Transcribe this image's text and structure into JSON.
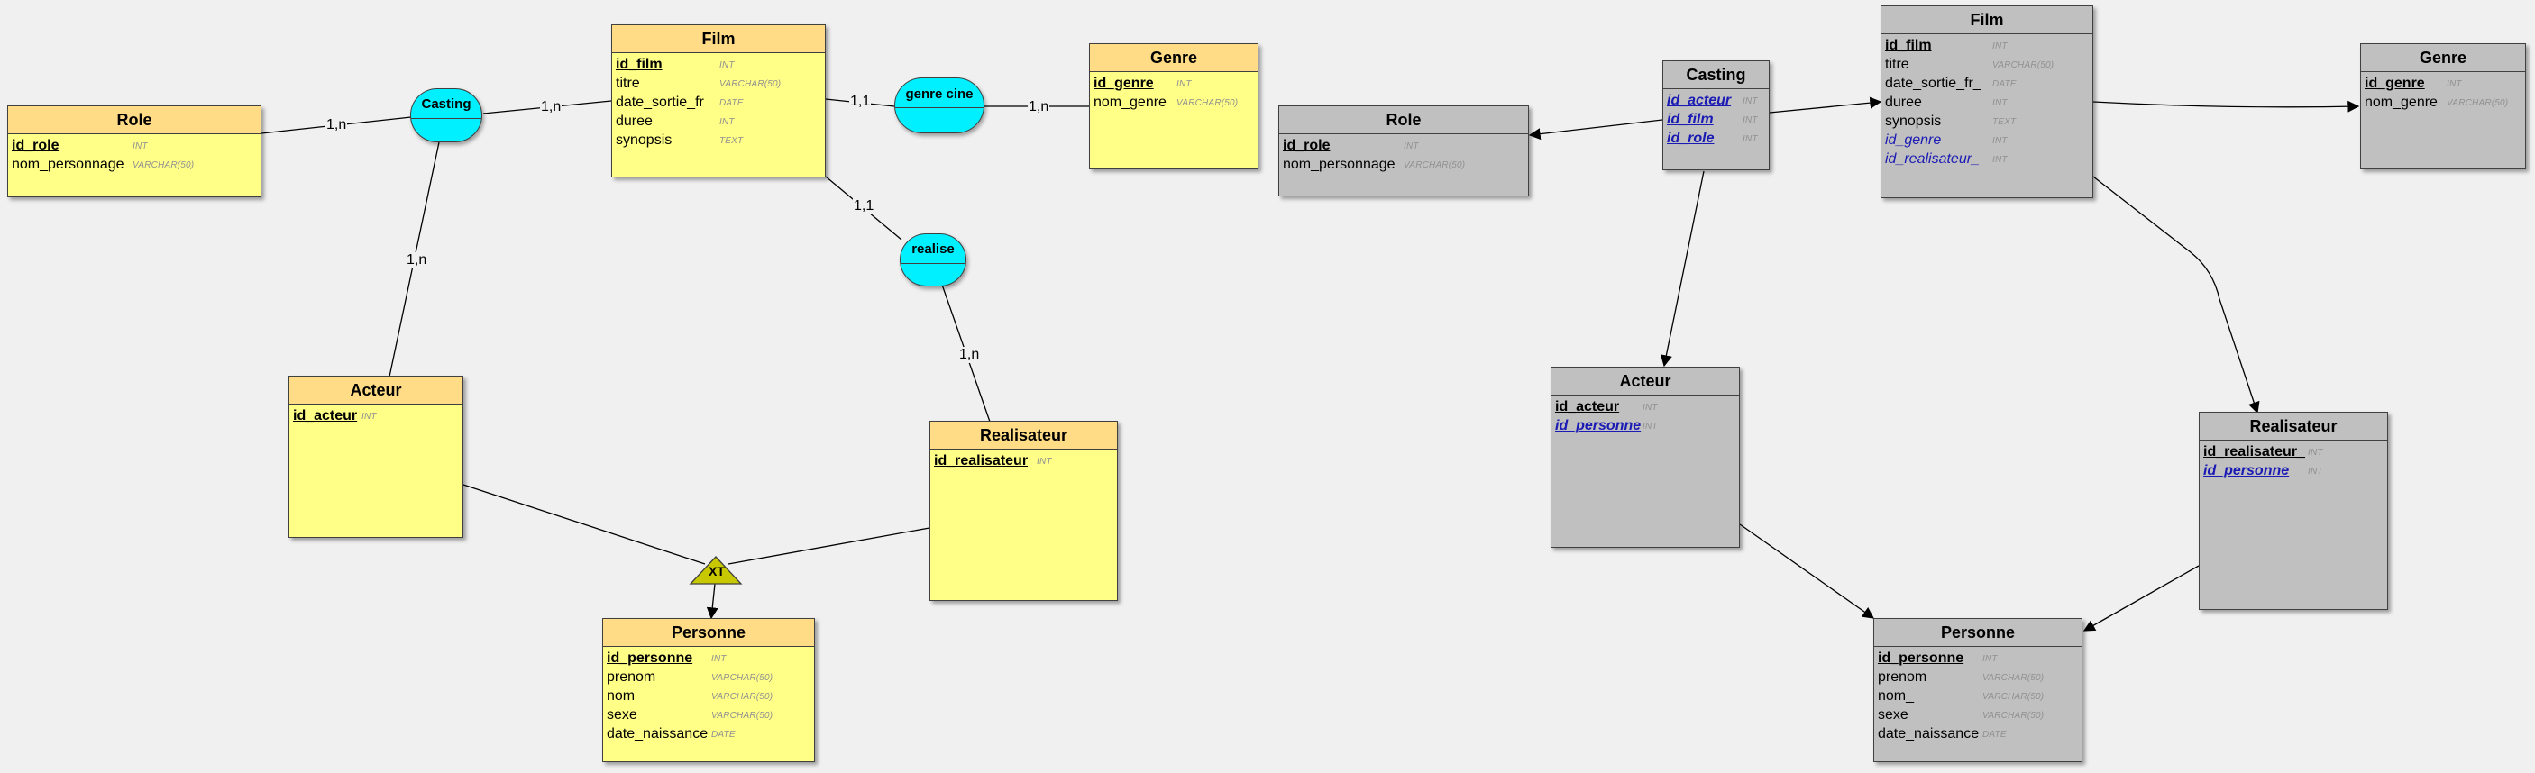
{
  "mcd": {
    "entities": {
      "role": {
        "title": "Role",
        "attrs": [
          {
            "name": "id_role",
            "type": "INT",
            "key": "pk"
          },
          {
            "name": "nom_personnage",
            "type": "VARCHAR(50)"
          }
        ]
      },
      "film": {
        "title": "Film",
        "attrs": [
          {
            "name": "id_film",
            "type": "INT",
            "key": "pk"
          },
          {
            "name": "titre",
            "type": "VARCHAR(50)"
          },
          {
            "name": "date_sortie_fr",
            "type": "DATE"
          },
          {
            "name": "duree",
            "type": "INT"
          },
          {
            "name": "synopsis",
            "type": "TEXT"
          }
        ]
      },
      "genre": {
        "title": "Genre",
        "attrs": [
          {
            "name": "id_genre",
            "type": "INT",
            "key": "pk"
          },
          {
            "name": "nom_genre",
            "type": "VARCHAR(50)"
          }
        ]
      },
      "acteur": {
        "title": "Acteur",
        "attrs": [
          {
            "name": "id_acteur",
            "type": "INT",
            "key": "pk"
          }
        ]
      },
      "realisateur": {
        "title": "Realisateur",
        "attrs": [
          {
            "name": "id_realisateur",
            "type": "INT",
            "key": "pk"
          }
        ]
      },
      "personne": {
        "title": "Personne",
        "attrs": [
          {
            "name": "id_personne",
            "type": "INT",
            "key": "pk"
          },
          {
            "name": "prenom",
            "type": "VARCHAR(50)"
          },
          {
            "name": "nom",
            "type": "VARCHAR(50)"
          },
          {
            "name": "sexe",
            "type": "VARCHAR(50)"
          },
          {
            "name": "date_naissance",
            "type": "DATE"
          }
        ]
      }
    },
    "associations": {
      "casting": "Casting",
      "genre_cine": "genre cine",
      "realise": "realise"
    },
    "cardinalities": {
      "role_casting": "1,n",
      "casting_film": "1,n",
      "casting_acteur": "1,n",
      "film_genrecine": "1,1",
      "genrecine_genre": "1,n",
      "film_realise": "1,1",
      "realise_realisateur": "1,n"
    },
    "inheritance_label": "XT"
  },
  "mld": {
    "entities": {
      "role": {
        "title": "Role",
        "attrs": [
          {
            "name": "id_role",
            "type": "INT",
            "key": "pk"
          },
          {
            "name": "nom_personnage",
            "type": "VARCHAR(50)"
          }
        ]
      },
      "casting": {
        "title": "Casting",
        "attrs": [
          {
            "name": "id_acteur",
            "type": "INT",
            "key": "pkfk"
          },
          {
            "name": "id_film",
            "type": "INT",
            "key": "pkfk"
          },
          {
            "name": "id_role",
            "type": "INT",
            "key": "pkfk"
          }
        ]
      },
      "film": {
        "title": "Film",
        "attrs": [
          {
            "name": "id_film",
            "type": "INT",
            "key": "pk"
          },
          {
            "name": "titre",
            "type": "VARCHAR(50)"
          },
          {
            "name": "date_sortie_fr_",
            "type": "DATE"
          },
          {
            "name": "duree",
            "type": "INT"
          },
          {
            "name": "synopsis",
            "type": "TEXT"
          },
          {
            "name": "id_genre",
            "type": "INT",
            "key": "fk"
          },
          {
            "name": "id_realisateur_",
            "type": "INT",
            "key": "fk"
          }
        ]
      },
      "genre": {
        "title": "Genre",
        "attrs": [
          {
            "name": "id_genre",
            "type": "INT",
            "key": "pk"
          },
          {
            "name": "nom_genre",
            "type": "VARCHAR(50)"
          }
        ]
      },
      "acteur": {
        "title": "Acteur",
        "attrs": [
          {
            "name": "id_acteur",
            "type": "INT",
            "key": "pk"
          },
          {
            "name": "id_personne",
            "type": "INT",
            "key": "pkfk"
          }
        ]
      },
      "realisateur": {
        "title": "Realisateur",
        "attrs": [
          {
            "name": "id_realisateur_",
            "type": "INT",
            "key": "pk"
          },
          {
            "name": "id_personne",
            "type": "INT",
            "key": "pkfk"
          }
        ]
      },
      "personne": {
        "title": "Personne",
        "attrs": [
          {
            "name": "id_personne",
            "type": "INT",
            "key": "pk"
          },
          {
            "name": "prenom",
            "type": "VARCHAR(50)"
          },
          {
            "name": "nom_",
            "type": "VARCHAR(50)"
          },
          {
            "name": "sexe",
            "type": "VARCHAR(50)"
          },
          {
            "name": "date_naissance",
            "type": "DATE"
          }
        ]
      }
    }
  },
  "colors": {
    "entity_header_mcd": "#ffdc85",
    "entity_body_mcd": "#ffff88",
    "entity_mld": "#c0c0c0",
    "association": "#00f0ff",
    "inheritance": "#c8c800",
    "foreign_key": "#1a1ab4"
  }
}
